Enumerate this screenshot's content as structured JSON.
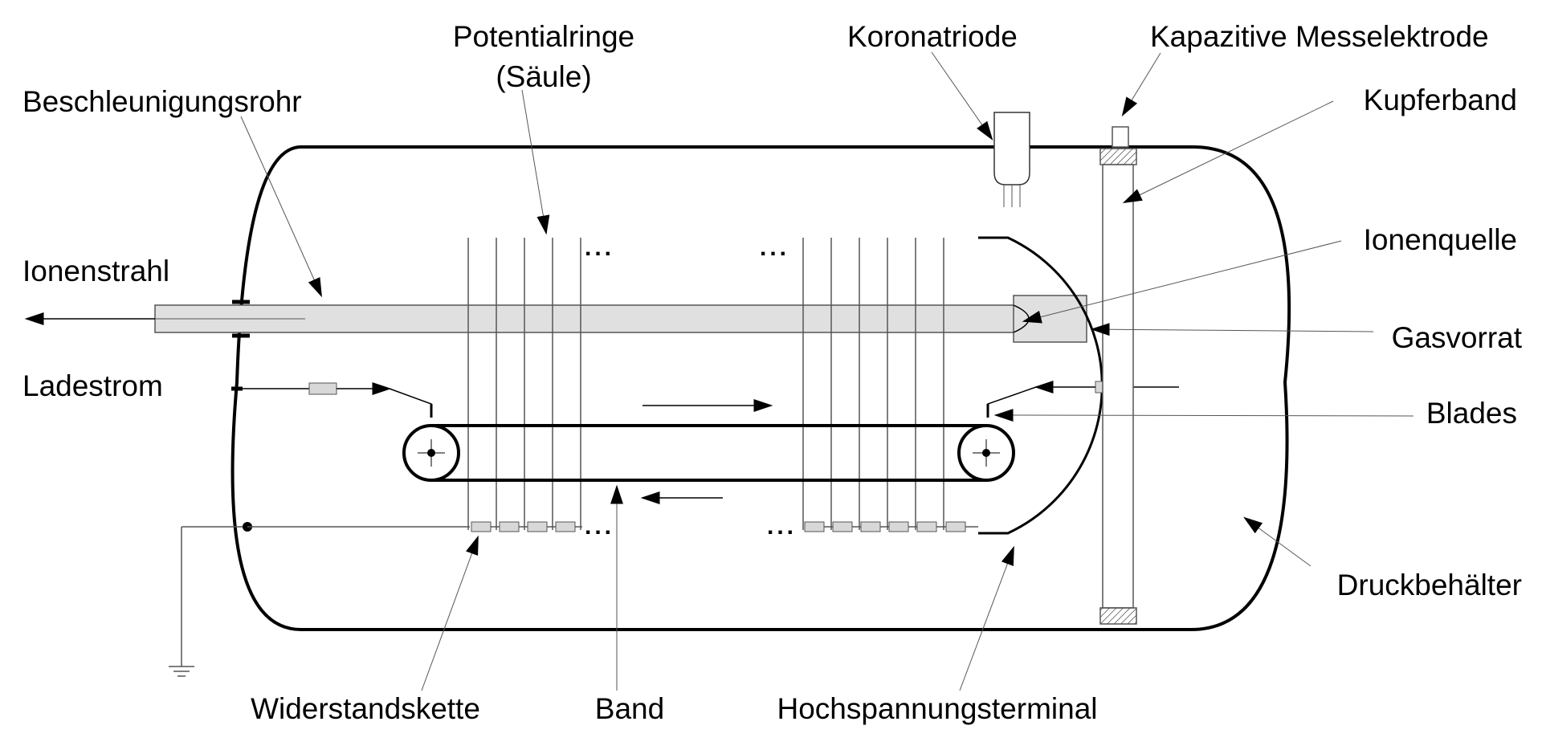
{
  "diagram": {
    "labels": {
      "potentialringe_1": "Potentialringe",
      "potentialringe_2": "(Säule)",
      "koronatriode": "Koronatriode",
      "messelektrode": "Kapazitive Messelektrode",
      "beschleunigungsrohr": "Beschleunigungsrohr",
      "kupferband": "Kupferband",
      "ionenquelle": "Ionenquelle",
      "ionenstrahl": "Ionenstrahl",
      "gasvorrat": "Gasvorrat",
      "ladestrom": "Ladestrom",
      "blades": "Blades",
      "druckbehaelter": "Druckbehälter",
      "widerstandskette": "Widerstandskette",
      "band": "Band",
      "hochspannungsterminal": "Hochspannungsterminal"
    },
    "ellipsis": "...",
    "colors": {
      "stroke": "#000000",
      "gray_fill": "#e0e0e0",
      "component_fill": "#d8d8d8"
    }
  }
}
